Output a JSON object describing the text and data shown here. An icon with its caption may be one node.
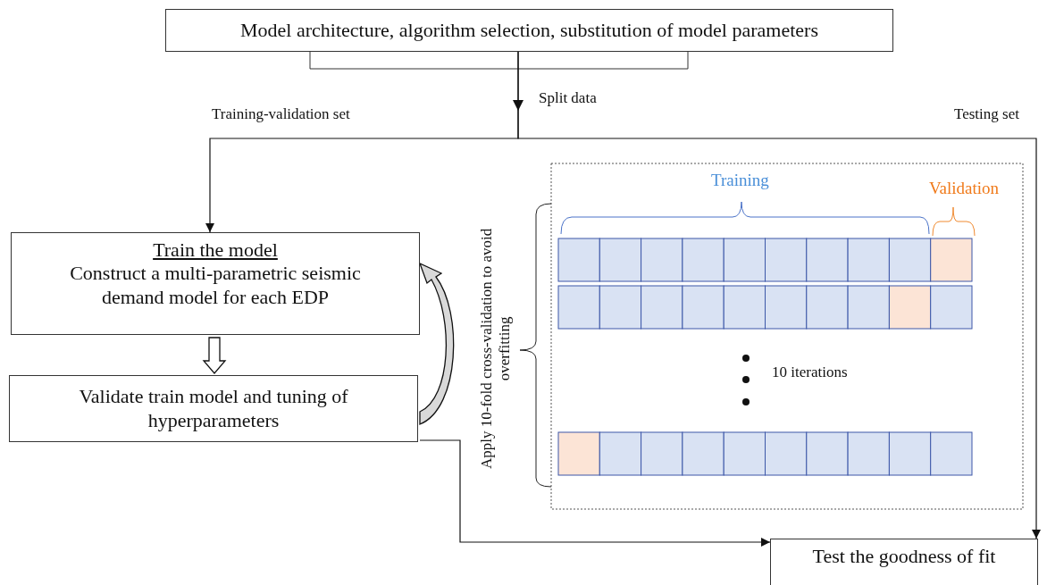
{
  "diagram": {
    "nodes": [
      {
        "text": [
          "Model architecture, algorithm selection, substitution of model parameters"
        ]
      },
      {
        "text": [
          "Train the model",
          "Construct a multi-parametric seismic demand model for each EDP"
        ]
      },
      {
        "text": [
          "Validate train model and tuning of hyperparameters"
        ]
      },
      {
        "text": [
          "Test the goodness of fit"
        ]
      }
    ],
    "edges": [
      {
        "from": 0,
        "to": 1,
        "arrow": "to",
        "label": "Training-validation set"
      },
      {
        "from": 0,
        "to": 3,
        "arrow": "to",
        "label": "Testing set"
      },
      {
        "from": 1,
        "to": 2,
        "arrow": "to",
        "style": "thick"
      },
      {
        "from": 2,
        "to": 1,
        "arrow": "to",
        "style": "thick"
      },
      {
        "from": 2,
        "to": 3,
        "arrow": "to"
      }
    ],
    "labels": [
      "Split data",
      "Training",
      "Validation",
      "Apply 10-fold cross-validation to avoid overfitting",
      "10 iterations"
    ]
  }
}
